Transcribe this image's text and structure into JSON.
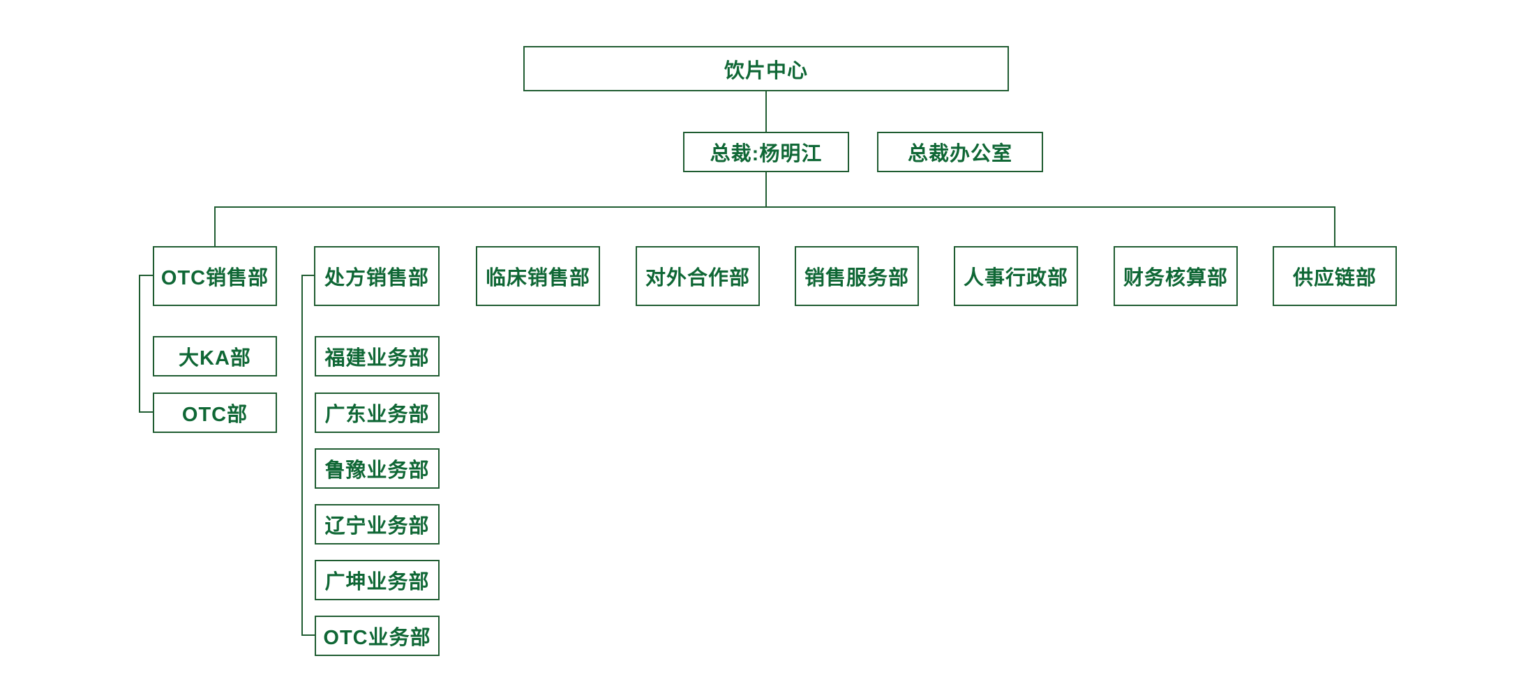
{
  "org_chart": {
    "type": "org-chart",
    "colors": {
      "line": "#1f5c31",
      "text": "#0f6735",
      "background": "#ffffff"
    },
    "nodes": {
      "root": {
        "label": "饮片中心"
      },
      "president": {
        "label": "总裁:杨明江"
      },
      "president_office": {
        "label": "总裁办公室"
      },
      "departments": [
        {
          "label": "OTC销售部"
        },
        {
          "label": "处方销售部"
        },
        {
          "label": "临床销售部"
        },
        {
          "label": "对外合作部"
        },
        {
          "label": "销售服务部"
        },
        {
          "label": "人事行政部"
        },
        {
          "label": "财务核算部"
        },
        {
          "label": "供应链部"
        }
      ],
      "otc_sales_children": [
        {
          "label": "大KA部"
        },
        {
          "label": "OTC部"
        }
      ],
      "prescription_sales_children": [
        {
          "label": "福建业务部"
        },
        {
          "label": "广东业务部"
        },
        {
          "label": "鲁豫业务部"
        },
        {
          "label": "辽宁业务部"
        },
        {
          "label": "广坤业务部"
        },
        {
          "label": "OTC业务部"
        }
      ]
    }
  }
}
